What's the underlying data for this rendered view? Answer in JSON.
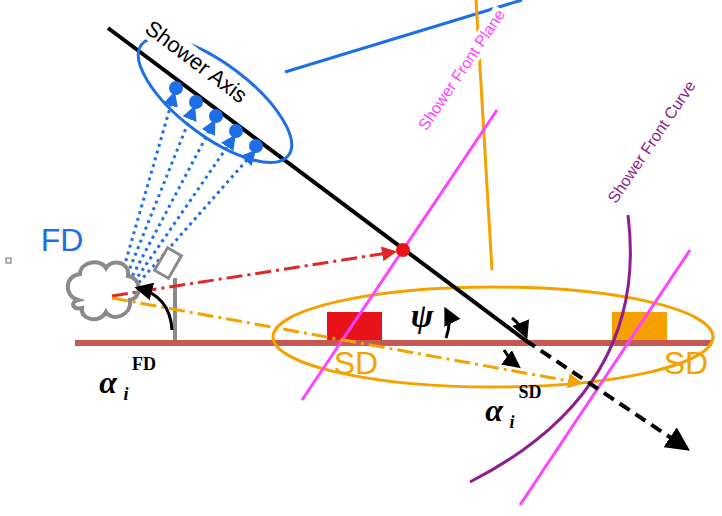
{
  "diagram": {
    "labels": [
      "Shower Axis",
      "Shower Front Plane",
      "Shower Front Curve",
      "FD",
      "SD",
      "SD",
      "ψ",
      "α",
      "i",
      "FD",
      "α",
      "i",
      "SD"
    ]
  }
}
